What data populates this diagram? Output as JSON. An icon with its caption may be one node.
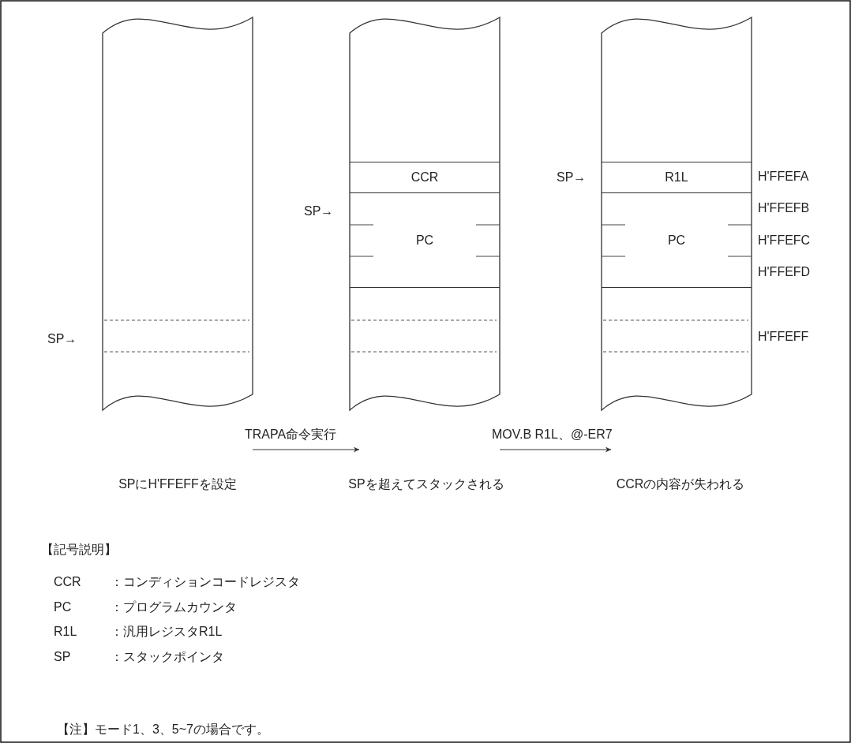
{
  "diagram": {
    "nodes": [
      {
        "text": [],
        "shape": "box"
      },
      {
        "text": [],
        "shape": "box"
      },
      {
        "text": [],
        "shape": "box"
      },
      {
        "text": [
          "CCR"
        ],
        "in": 1
      },
      {
        "text": [
          "PC"
        ],
        "in": 1
      },
      {
        "text": [
          "R1L"
        ],
        "in": 2
      },
      {
        "text": [
          "PC"
        ],
        "in": 2
      }
    ],
    "edges": [
      {
        "from": 0,
        "to": 1,
        "arrow": "to",
        "label": "TRAPA命令実行"
      },
      {
        "from": 1,
        "to": 2,
        "arrow": "to",
        "label": "MOV.B R1L、@-ER7"
      }
    ],
    "labels": [
      "SP→",
      "H'FFEFA",
      "SP→",
      "H'FFEFB",
      "H'FFEFC",
      "H'FFEFD",
      "SP→",
      "H'FFEFF",
      "SPにH'FFEFFを設定",
      "SPを超えてスタックされる",
      "CCRの内容が失われる",
      "【記号説明】",
      "CCR",
      "：コンディションコードレジスタ",
      "PC",
      "：プログラムカウンタ",
      "R1L",
      "：汎用レジスタR1L",
      "SP",
      "：スタックポインタ",
      "【注】モード1、3、5~7の場合です。"
    ]
  }
}
